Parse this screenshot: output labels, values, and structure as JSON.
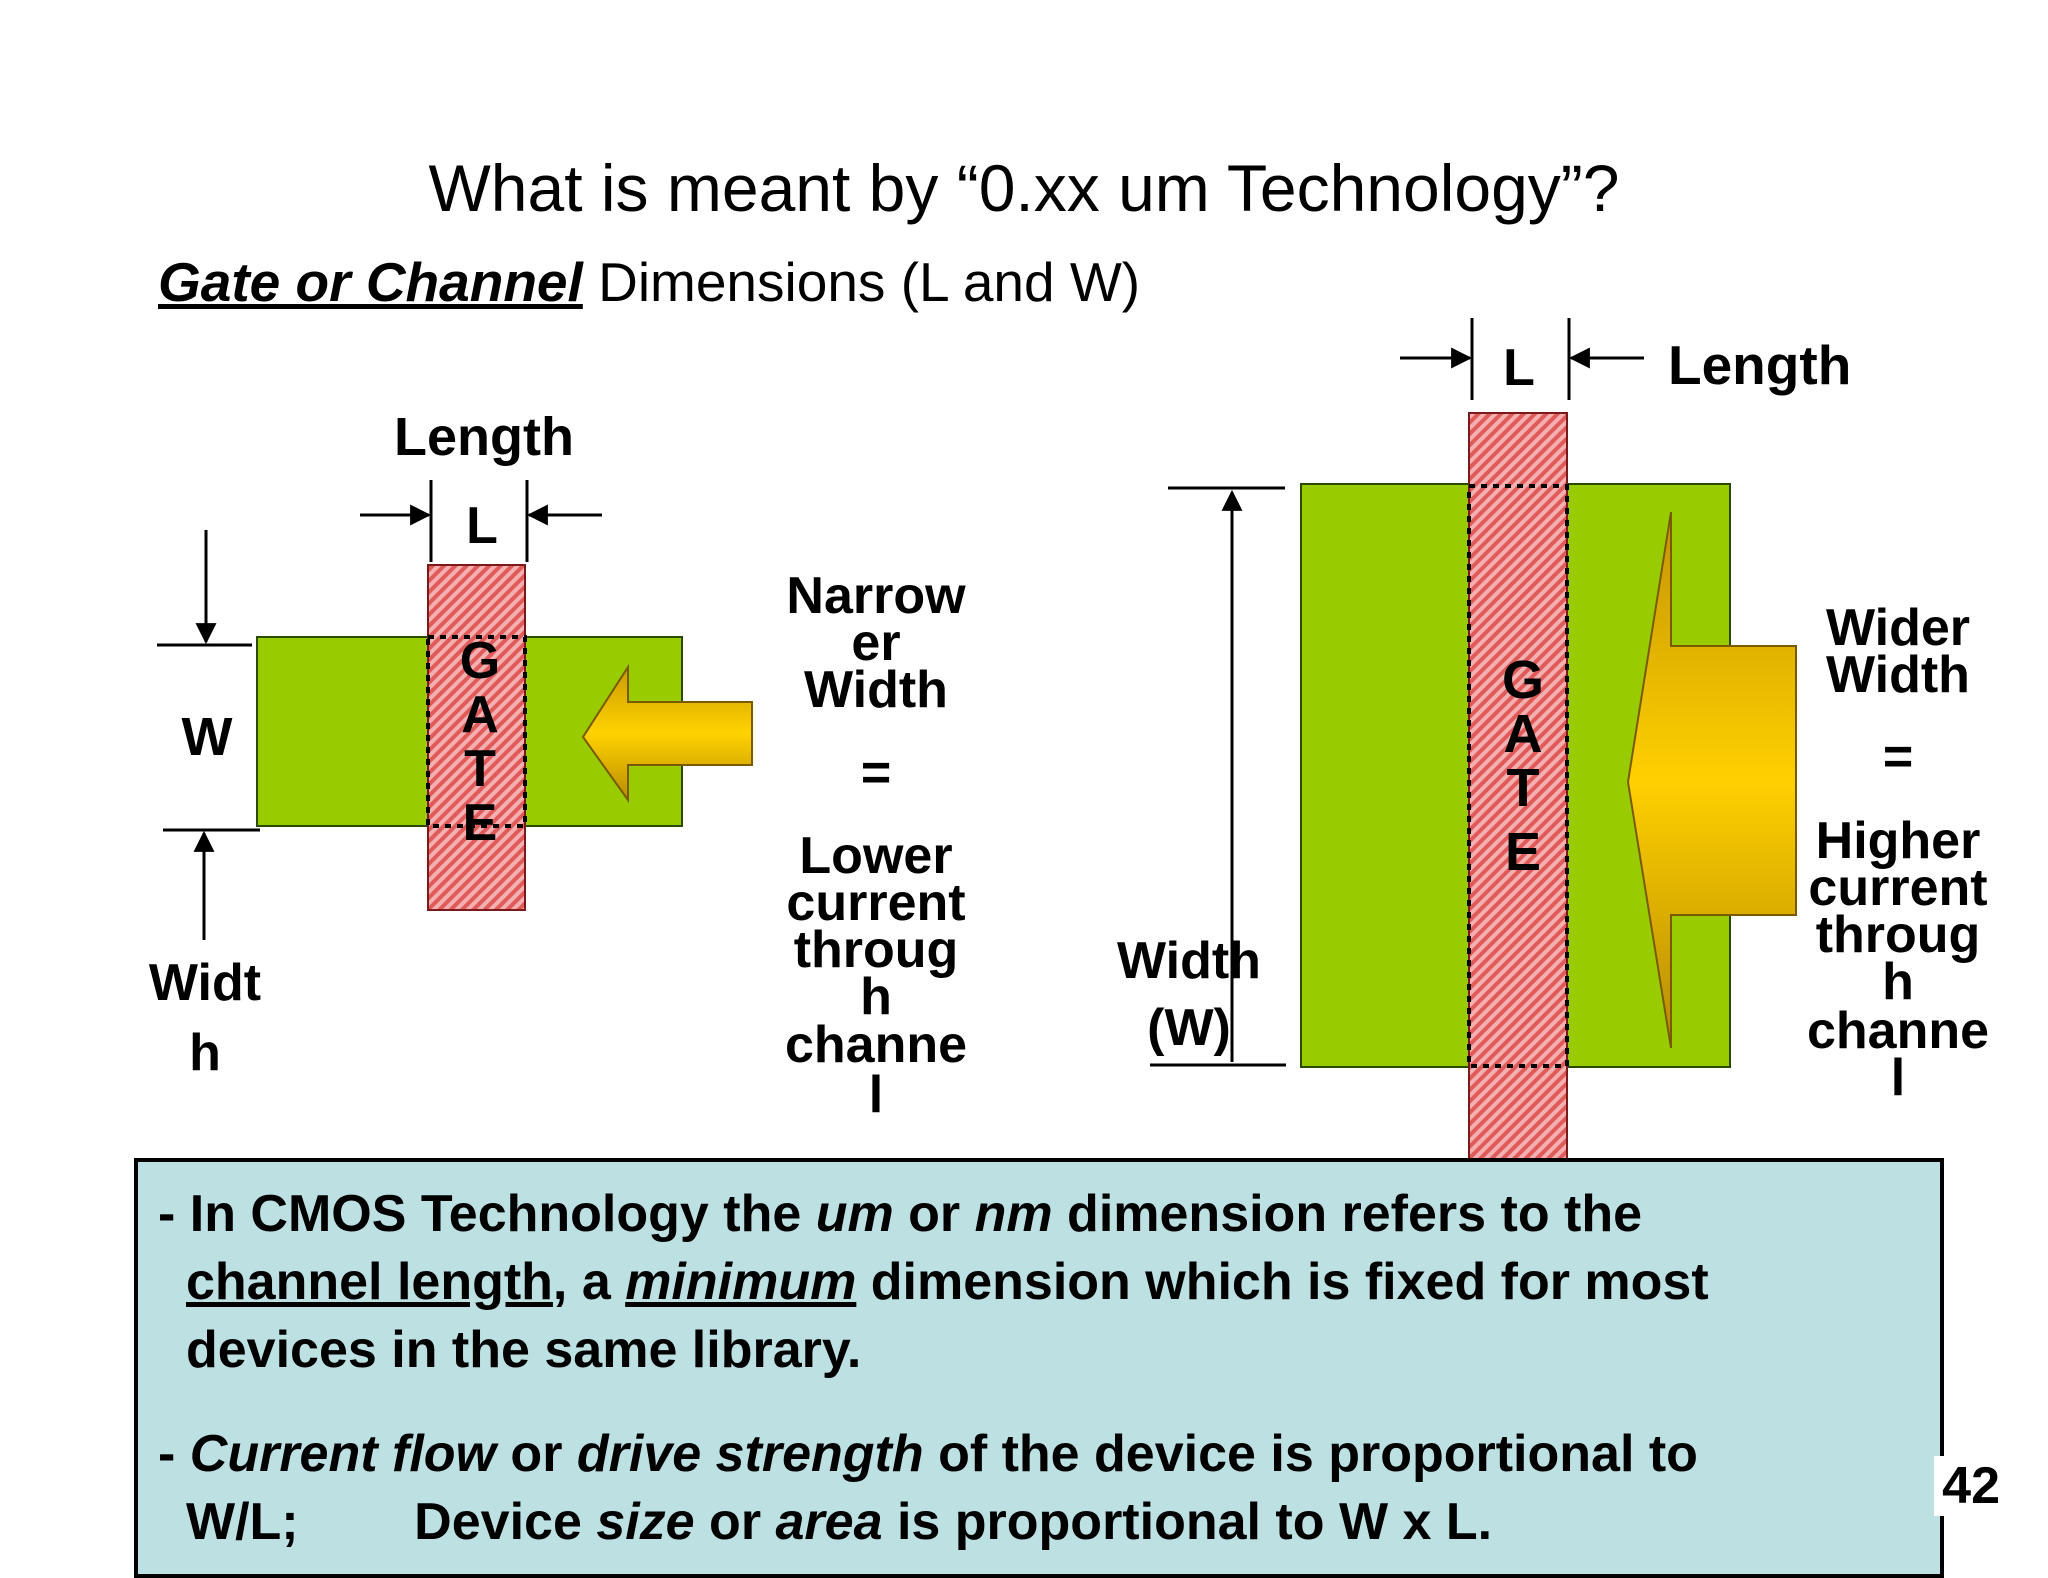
{
  "slide": {
    "title": "What is meant by “0.xx um Technology”?",
    "subtitle_emphasis": "Gate or Channel",
    "subtitle_rest": " Dimensions (L and W)",
    "page_number": "42"
  },
  "left_device": {
    "length_label": "Length",
    "l_label": "L",
    "w_label": "W",
    "width_label_line1": "Widt",
    "width_label_line2": "h",
    "gate_letters": [
      "G",
      "A",
      "T",
      "E"
    ],
    "caption_lines": [
      "Narrow",
      "er",
      "Width",
      "=",
      "Lower",
      "current",
      "throug",
      "h",
      "channe",
      "l"
    ]
  },
  "right_device": {
    "l_label": "L",
    "length_label": "Length",
    "width_label_line1": "Width",
    "width_label_line2": "(W)",
    "gate_letters": [
      "G",
      "A",
      "T",
      "E"
    ],
    "caption_lines": [
      "Wider",
      "Width",
      "=",
      "Higher",
      "current",
      "throug",
      "h",
      "channe",
      "l"
    ]
  },
  "notes": {
    "n1_a": "- In CMOS Technology the ",
    "n1_b": "um",
    "n1_c": " or ",
    "n1_d": "nm",
    "n1_e": " dimension refers to the",
    "n1_f": "channel length",
    "n1_g": ", a ",
    "n1_h": "minimum",
    "n1_i": " dimension which is fixed for most",
    "n1_j": "devices in the same library.",
    "n2_a": "- ",
    "n2_b": "Current flow",
    "n2_c": " or ",
    "n2_d": "drive strength",
    "n2_e": " of the device is proportional to",
    "n2_f": "W/L;        Device ",
    "n2_g": "size",
    "n2_h": " or ",
    "n2_i": "area",
    "n2_j": " is proportional to W x L."
  },
  "colors": {
    "channel_green": "#99cc00",
    "gate_red": "#e05a5a",
    "arrow_gold": "#d4a000",
    "note_bg": "#bde0e2"
  }
}
